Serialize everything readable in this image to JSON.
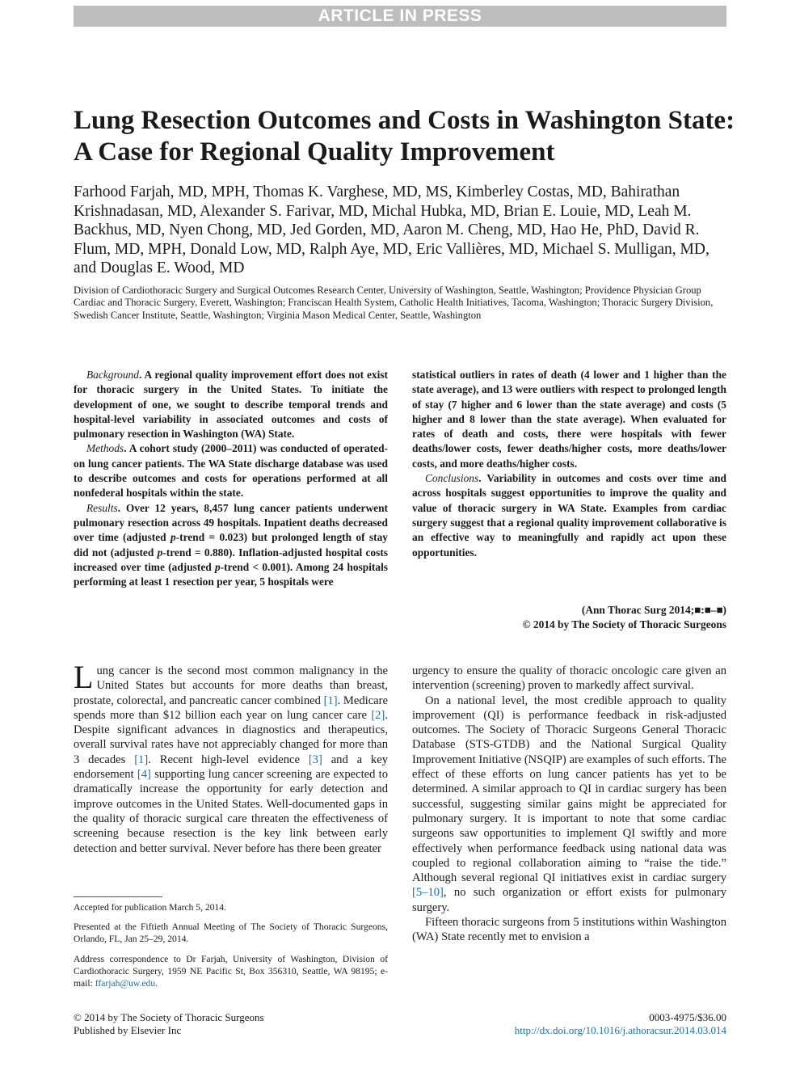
{
  "banner": "ARTICLE IN PRESS",
  "title": "Lung Resection Outcomes and Costs in Washington State: A Case for Regional Quality Improvement",
  "authors": "Farhood Farjah, MD, MPH, Thomas K. Varghese, MD, MS, Kimberley Costas, MD, Bahirathan Krishnadasan, MD, Alexander S. Farivar, MD, Michal Hubka, MD, Brian E. Louie, MD, Leah M. Backhus, MD, Nyen Chong, MD, Jed Gorden, MD, Aaron M. Cheng, MD, Hao He, PhD, David R. Flum, MD, MPH, Donald Low, MD, Ralph Aye, MD, Eric Vallières, MD, Michael S. Mulligan, MD, and Douglas E. Wood, MD",
  "affiliation": "Division of Cardiothoracic Surgery and Surgical Outcomes Research Center, University of Washington, Seattle, Washington; Providence Physician Group Cardiac and Thoracic Surgery, Everett, Washington; Franciscan Health System, Catholic Health Initiatives, Tacoma, Washington; Thoracic Surgery Division, Swedish Cancer Institute, Seattle, Washington; Virginia Mason Medical Center, Seattle, Washington",
  "abstract": {
    "background_label": "Background",
    "background": ". A regional quality improvement effort does not exist for thoracic surgery in the United States. To initiate the development of one, we sought to describe temporal trends and hospital-level variability in associated outcomes and costs of pulmonary resection in Washington (WA) State.",
    "methods_label": "Methods",
    "methods": ". A cohort study (2000–2011) was conducted of operated-on lung cancer patients. The WA State discharge database was used to describe outcomes and costs for operations performed at all nonfederal hospitals within the state.",
    "results_label": "Results",
    "results_1": ". Over 12 years, 8,457 lung cancer patients underwent pulmonary resection across 49 hospitals. Inpatient deaths decreased over time (adjusted ",
    "results_p1": "p",
    "results_2": "-trend = 0.023) but prolonged length of stay did not (adjusted ",
    "results_p2": "p",
    "results_3": "-trend = 0.880). Inflation-adjusted hospital costs increased over time (adjusted ",
    "results_p3": "p",
    "results_4": "-trend < 0.001). Among 24 hospitals performing at least 1 resection per year, 5 hospitals were",
    "results_cont": "statistical outliers in rates of death (4 lower and 1 higher than the state average), and 13 were outliers with respect to prolonged length of stay (7 higher and 6 lower than the state average) and costs (5 higher and 8 lower than the state average). When evaluated for rates of death and costs, there were hospitals with fewer deaths/lower costs, fewer deaths/higher costs, more deaths/lower costs, and more deaths/higher costs.",
    "conclusions_label": "Conclusions",
    "conclusions": ". Variability in outcomes and costs over time and across hospitals suggest opportunities to improve the quality and value of thoracic surgery in WA State. Examples from cardiac surgery suggest that a regional quality improvement collaborative is an effective way to meaningfully and rapidly act upon these opportunities.",
    "citation": "(Ann Thorac Surg 2014;■:■–■)",
    "copyright": "© 2014 by The Society of Thoracic Surgeons"
  },
  "body": {
    "dropcap": "L",
    "p1_a": "ung cancer is the second most common malignancy in the United States but accounts for more deaths than breast, prostate, colorectal, and pancreatic cancer combined ",
    "ref1": "[1]",
    "p1_b": ". Medicare spends more than $12 billion each year on lung cancer care ",
    "ref2": "[2]",
    "p1_c": ". Despite significant advances in diagnostics and therapeutics, overall survival rates have not appreciably changed for more than 3 decades ",
    "ref3": "[1]",
    "p1_d": ". Recent high-level evidence ",
    "ref4": "[3]",
    "p1_e": " and a key endorsement ",
    "ref5": "[4]",
    "p1_f": " supporting lung cancer screening are expected to dramatically increase the opportunity for early detection and improve outcomes in the United States. Well-documented gaps in the quality of thoracic surgical care threaten the effectiveness of screening because resection is the key link between early detection and better survival. Never before has there been greater",
    "p1_cont": "urgency to ensure the quality of thoracic oncologic care given an intervention (screening) proven to markedly affect survival.",
    "p2_a": "On a national level, the most credible approach to quality improvement (QI) is performance feedback in risk-adjusted outcomes. The Society of Thoracic Surgeons General Thoracic Database (STS-GTDB) and the National Surgical Quality Improvement Initiative (NSQIP) are examples of such efforts. The effect of these efforts on lung cancer patients has yet to be determined. A similar approach to QI in cardiac surgery has been successful, suggesting similar gains might be appreciated for pulmonary surgery. It is important to note that some cardiac surgeons saw opportunities to implement QI swiftly and more effectively when performance feedback using national data was coupled to regional collaboration aiming to “raise the tide.” Although several regional QI initiatives exist in cardiac surgery ",
    "ref6": "[5–10]",
    "p2_b": ", no such organization or effort exists for pulmonary surgery.",
    "p3": "Fifteen thoracic surgeons from 5 institutions within Washington (WA) State recently met to envision a"
  },
  "footnotes": {
    "accepted": "Accepted for publication March 5, 2014.",
    "presented": "Presented at the Fiftieth Annual Meeting of The Society of Thoracic Surgeons, Orlando, FL, Jan 25–29, 2014.",
    "address": "Address correspondence to Dr Farjah, University of Washington, Division of Cardiothoracic Surgery, 1959 NE Pacific St, Box 356310, Seattle, WA   98195; e-mail: ",
    "email": "ffarjah@uw.edu",
    "address_end": "."
  },
  "footer": {
    "copyright": "© 2014 by The Society of Thoracic Surgeons",
    "publisher": "Published by Elsevier Inc",
    "issn": "0003-4975/$36.00",
    "doi": "http://dx.doi.org/10.1016/j.athoracsur.2014.03.014"
  },
  "colors": {
    "banner_bg": "#bdbdbd",
    "link": "#1a6fa8"
  }
}
